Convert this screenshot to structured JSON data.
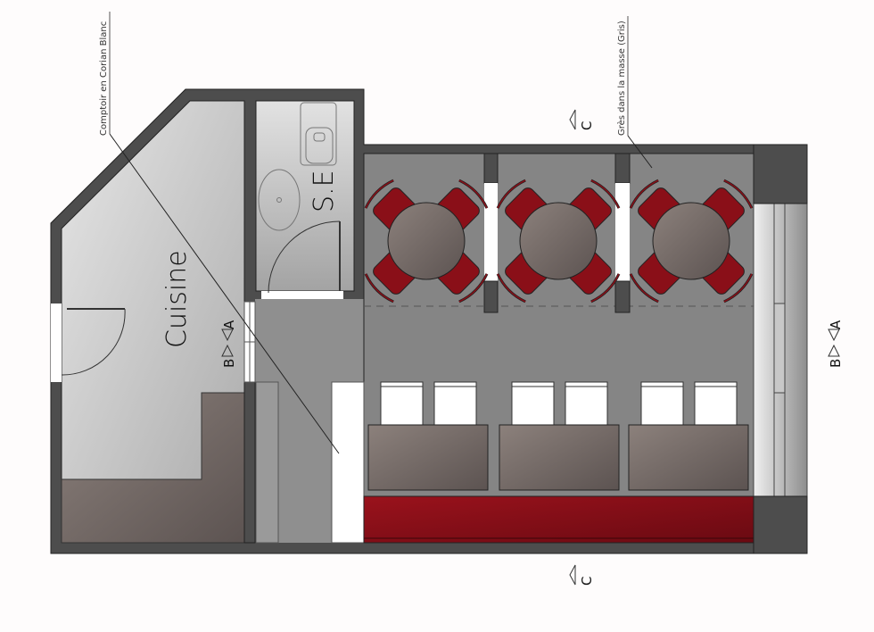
{
  "rooms": {
    "kitchen": "Cuisine",
    "bathroom": "S.E"
  },
  "annotations": {
    "counter_note": "Comptoir en Corian Blanc",
    "floor_note": "Grès dans la masse (Gris)"
  },
  "section_markers": {
    "b": "B",
    "a": "A",
    "c": "C"
  },
  "colors": {
    "wall": "#4d4d4d",
    "floor_dining": "#858585",
    "chair_red": "#8a0f18",
    "table_brown": "#7a6e6a",
    "banquette_red": "#7e0e16",
    "counter_white": "#ffffff"
  },
  "dining": {
    "round_tables": 3,
    "chairs_per_round_table": 4,
    "rect_tables": 3,
    "seats_per_rect_table": 2
  }
}
